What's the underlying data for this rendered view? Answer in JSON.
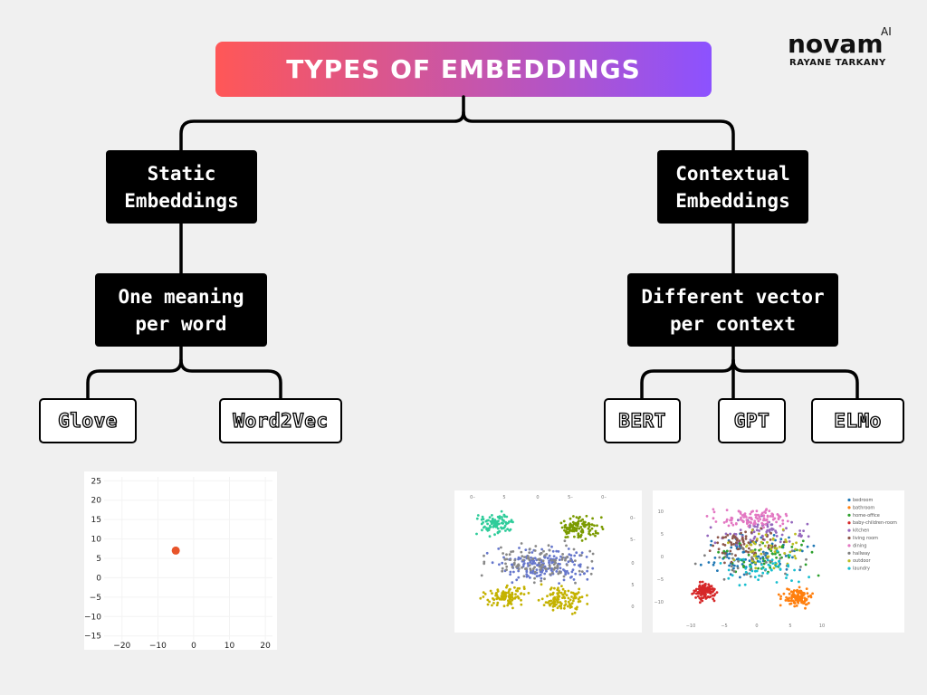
{
  "title": "TYPES OF EMBEDDINGS",
  "logo": {
    "word": "novam",
    "ai": "AI",
    "subtitle": "RAYANE TARKANY"
  },
  "static": {
    "heading_lines": [
      "Static",
      "Embeddings"
    ],
    "meaning_lines": [
      "One meaning",
      "per word"
    ],
    "examples": [
      "Glove",
      "Word2Vec"
    ]
  },
  "contextual": {
    "heading_lines": [
      "Contextual",
      "Embeddings"
    ],
    "meaning_lines": [
      "Different vector",
      "per context"
    ],
    "examples": [
      "BERT",
      "GPT",
      "ELMo"
    ]
  },
  "chart_data": [
    {
      "type": "scatter",
      "x": [
        -5
      ],
      "y": [
        7
      ],
      "point_color": "#e8542a",
      "xlim": [
        -25,
        22
      ],
      "ylim": [
        -16,
        26
      ],
      "x_ticks": [
        "−20",
        "−10",
        "0",
        "10",
        "20"
      ],
      "y_ticks": [
        "25",
        "20",
        "15",
        "10",
        "5",
        "0",
        "−5",
        "−10",
        "−15"
      ],
      "grid": true
    },
    {
      "type": "scatter",
      "top_ticks": [
        "0–",
        "5",
        "0",
        "5–",
        "0–"
      ],
      "right_ticks": [
        "0–",
        "5–",
        "0",
        "5",
        "0"
      ],
      "cluster_colors": [
        "#2ecc9a",
        "#7a9a00",
        "#c4b200",
        "#6677cc",
        "#888888"
      ]
    },
    {
      "type": "scatter",
      "x_ticks": [
        "−10",
        "−5",
        "0",
        "5",
        "10"
      ],
      "y_ticks": [
        "10",
        "5",
        "0",
        "−5",
        "−10"
      ],
      "legend": [
        {
          "label": "bedroom",
          "color": "#1f77b4"
        },
        {
          "label": "bathroom",
          "color": "#ff7f0e"
        },
        {
          "label": "home-office",
          "color": "#2ca02c"
        },
        {
          "label": "baby-children-room",
          "color": "#d62728"
        },
        {
          "label": "kitchen",
          "color": "#9467bd"
        },
        {
          "label": "living room",
          "color": "#8c564b"
        },
        {
          "label": "dining",
          "color": "#e377c2"
        },
        {
          "label": "hallway",
          "color": "#7f7f7f"
        },
        {
          "label": "outdoor",
          "color": "#bcbd22"
        },
        {
          "label": "laundry",
          "color": "#17becf"
        }
      ]
    }
  ]
}
